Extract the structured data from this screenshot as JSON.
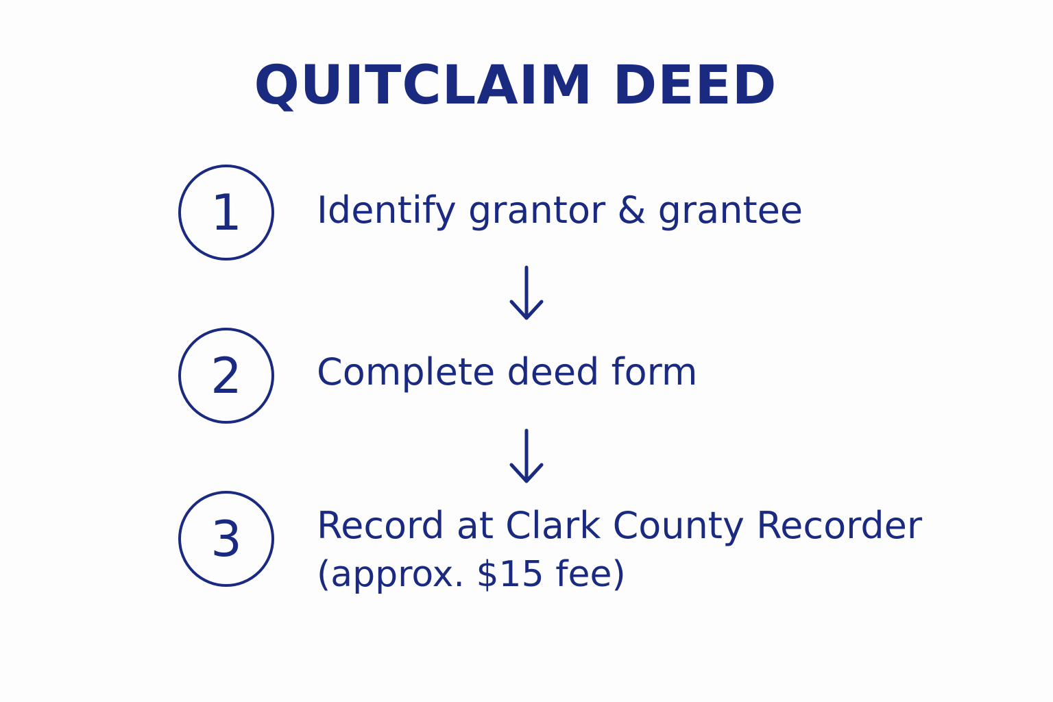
{
  "title": "QUITCLAIM DEED",
  "steps": [
    {
      "number": "1",
      "label": "Identify grantor & grantee"
    },
    {
      "number": "2",
      "label": "Complete deed form"
    },
    {
      "number": "3",
      "label": "Record at Clark County Recorder",
      "sublabel": "(approx. $15 fee)"
    }
  ],
  "colors": {
    "accent": "#1a2a80",
    "background": "#fdfdfd"
  },
  "icons": {
    "connector": "arrow-down-icon"
  }
}
